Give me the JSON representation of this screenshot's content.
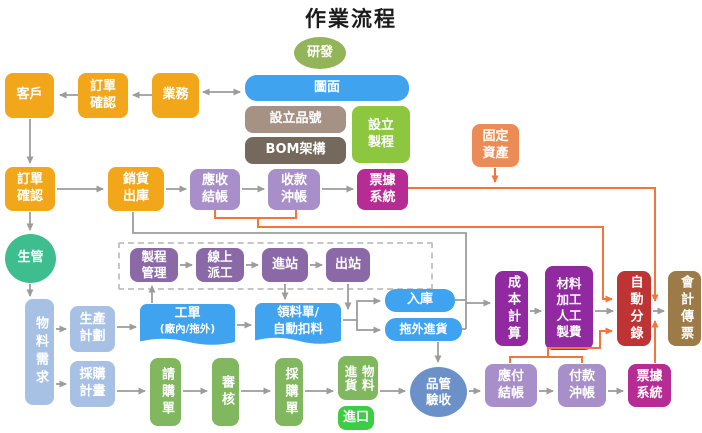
{
  "title": "作業流程",
  "colors": {
    "orange": "#F2A71B",
    "olive_green": "#93B459",
    "blue": "#3FA3EF",
    "taupe": "#A59284",
    "dark_taupe": "#75685C",
    "green": "#8DC63F",
    "salmon": "#ED8B57",
    "magenta": "#B72B94",
    "light_purple": "#A98FC9",
    "medium_purple": "#8B69A7",
    "dark_purple": "#9129A1",
    "red": "#BE3434",
    "brown": "#9D7B49",
    "periwinkle": "#A6C1E3",
    "teal_green": "#3EBD8F",
    "steel_blue": "#6C90C8",
    "leaf_green": "#80B75F",
    "bright_green": "#3FCC45",
    "gray_line": "#9C9C9C",
    "orange_line": "#F4743B"
  },
  "nodes": {
    "customer": "客戶",
    "order_confirm_top": {
      "l1": "訂單",
      "l2": "確認"
    },
    "sales": "業務",
    "rnd": "研發",
    "drawing": "圖面",
    "create_part_no": "設立品號",
    "bom_structure": "BOM架構",
    "create_process": {
      "l1": "設立",
      "l2": "製程"
    },
    "fixed_assets": {
      "l1": "固定",
      "l2": "資產"
    },
    "order_confirm_2": {
      "l1": "訂單",
      "l2": "確認"
    },
    "sales_shipment": {
      "l1": "銷貨",
      "l2": "出庫"
    },
    "ar_closing": {
      "l1": "應收",
      "l2": "結帳"
    },
    "receipt_writeoff": {
      "l1": "收款",
      "l2": "沖帳"
    },
    "notes_system_top": {
      "l1": "票據",
      "l2": "系統"
    },
    "production_control": "生管",
    "process_mgmt": {
      "l1": "製程",
      "l2": "管理"
    },
    "online_dispatch": {
      "l1": "線上",
      "l2": "派工"
    },
    "station_in": "進站",
    "station_out": "出站",
    "work_order": {
      "l1": "工單",
      "l2": "(廠內/拖外)"
    },
    "material_requisition": {
      "l1": "領料單/",
      "l2": "自動扣料"
    },
    "warehouse_in": "入庫",
    "outsource_incoming": "拖外進貨",
    "cost_calc": "成本計算",
    "material_labor_cost": {
      "l1": "材料",
      "l2": "加工",
      "l3": "人工",
      "l4": "製費"
    },
    "auto_entry": "自動分錄",
    "accounting_voucher": "會計傳票",
    "material_demand": "物料需求",
    "production_plan": {
      "l1": "生產",
      "l2": "計劃"
    },
    "purchase_plan": {
      "l1": "採購",
      "l2": "計畫"
    },
    "purchase_requisition": "請購單",
    "review": "審核",
    "purchase_order": "採購單",
    "incoming_goods": {
      "col_left": "進貨",
      "col_right": "物料"
    },
    "import_label": "進口",
    "qc_acceptance": {
      "l1": "品管",
      "l2": "驗收"
    },
    "ap_closing": {
      "l1": "應付",
      "l2": "結帳"
    },
    "payment_writeoff": {
      "l1": "付款",
      "l2": "沖帳"
    },
    "notes_system_bottom": {
      "l1": "票據",
      "l2": "系統"
    }
  }
}
